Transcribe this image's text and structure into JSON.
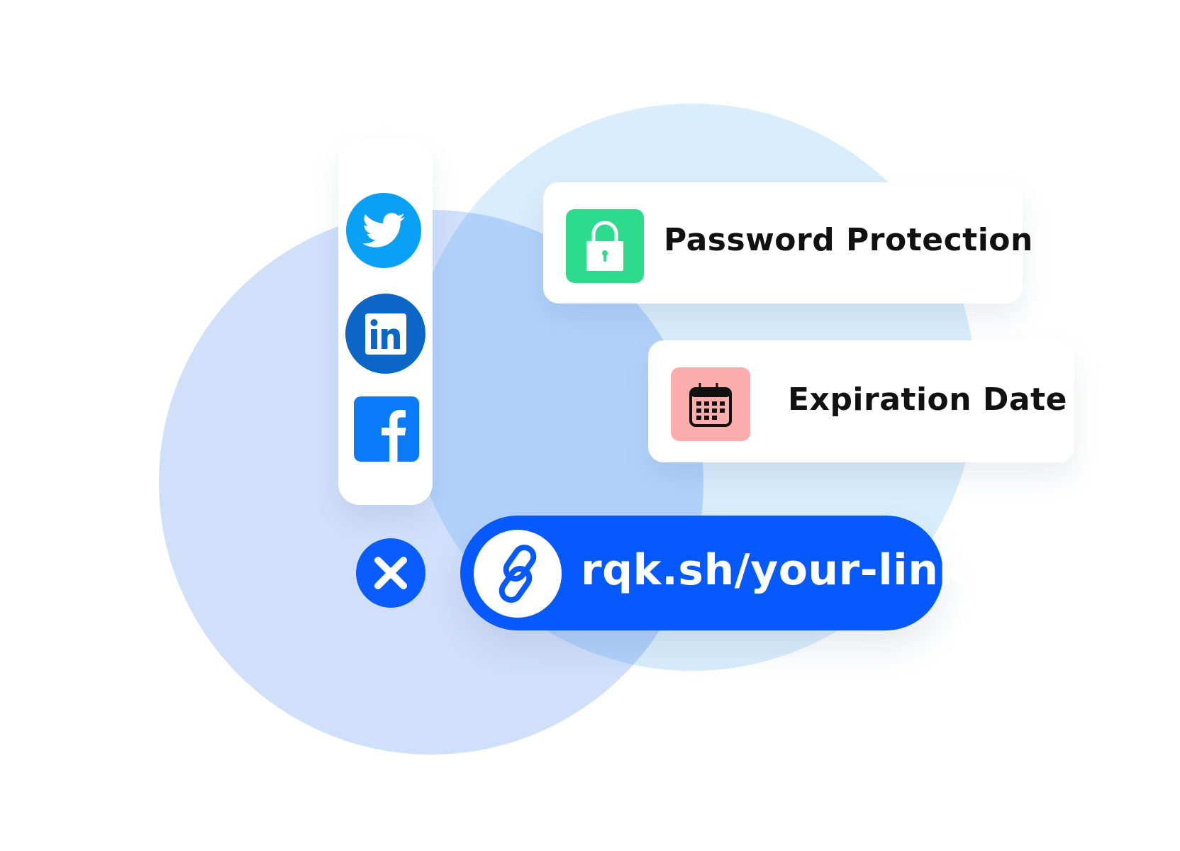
{
  "background": {
    "circle_left_color": "#d0e0fb",
    "circle_right_color": "#d9edfc",
    "overlap_color": "#b2d1fa"
  },
  "social_share": {
    "items": [
      {
        "name": "Twitter",
        "icon": "twitter-icon",
        "color": "#0aa0f5"
      },
      {
        "name": "LinkedIn",
        "icon": "linkedin-icon",
        "label": "in",
        "color": "#0b66c6"
      },
      {
        "name": "Facebook",
        "icon": "facebook-icon",
        "label": "f",
        "color": "#0a7af9"
      }
    ]
  },
  "features": [
    {
      "label": "Password Protection",
      "icon": "lock-icon",
      "color": "#2edb8d"
    },
    {
      "label": "Expiration Date",
      "icon": "calendar-icon",
      "color": "#feadad"
    }
  ],
  "close": {
    "icon": "close-icon",
    "color": "#0a5cff"
  },
  "short_link": {
    "text": "rqk.sh/your-link",
    "icon": "link-icon",
    "color": "#0559ff"
  }
}
